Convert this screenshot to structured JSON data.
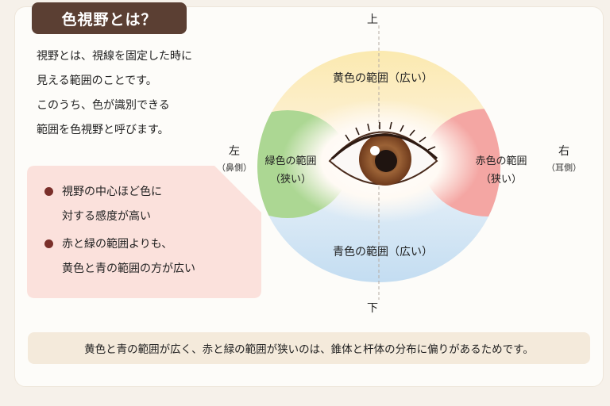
{
  "title": "色視野とは？",
  "intro_lines": [
    "視野とは、視線を固定した時に",
    "見える範囲のことです。",
    "このうち、色が識別できる",
    "範囲を色視野と呼びます。"
  ],
  "key_points": [
    {
      "lines": [
        "視野の中心ほど色に",
        "対する感度が高い"
      ]
    },
    {
      "lines": [
        "赤と緑の範囲よりも、",
        "黄色と青の範囲の方が広い"
      ]
    }
  ],
  "diagram": {
    "directions": {
      "up": "上",
      "down": "下",
      "left": "左",
      "left_sub": "（鼻側）",
      "right": "右",
      "right_sub": "（耳側）"
    },
    "regions": {
      "yellow": "黄色の範囲（広い）",
      "blue": "青色の範囲（広い）",
      "green_1": "緑色の範囲",
      "green_2": "（狭い）",
      "red_1": "赤色の範囲",
      "red_2": "（狭い）"
    },
    "colors": {
      "yellow": "#fbe7a6",
      "blue": "#c5def2",
      "green": "#a9d58f",
      "red": "#f3a3a3",
      "iris": "#8a5332"
    }
  },
  "footer": "黄色と青の範囲が広く、赤と緑の範囲が狭いのは、錐体と杆体の分布に偏りがあるためです。"
}
